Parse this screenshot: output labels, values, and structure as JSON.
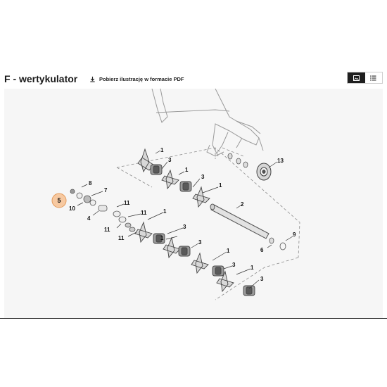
{
  "header": {
    "title": "F - wertykulator",
    "download_label": "Pobierz ilustrację w formacie PDF"
  },
  "icons": {
    "download": "download-icon",
    "image_view": "image-view-icon",
    "list_view": "list-view-icon"
  },
  "colors": {
    "callout_fill": "#f7c9a1",
    "callout_stroke": "#e39b5c",
    "active_toggle": "#1f1f1f"
  },
  "diagram": {
    "selected_part": "5",
    "labels": [
      "1",
      "3",
      "1",
      "3",
      "13",
      "1",
      "8",
      "7",
      "2",
      "11",
      "10",
      "11",
      "4",
      "11",
      "1",
      "11",
      "3",
      "1",
      "9",
      "3",
      "6",
      "1",
      "3",
      "1",
      "3"
    ]
  }
}
